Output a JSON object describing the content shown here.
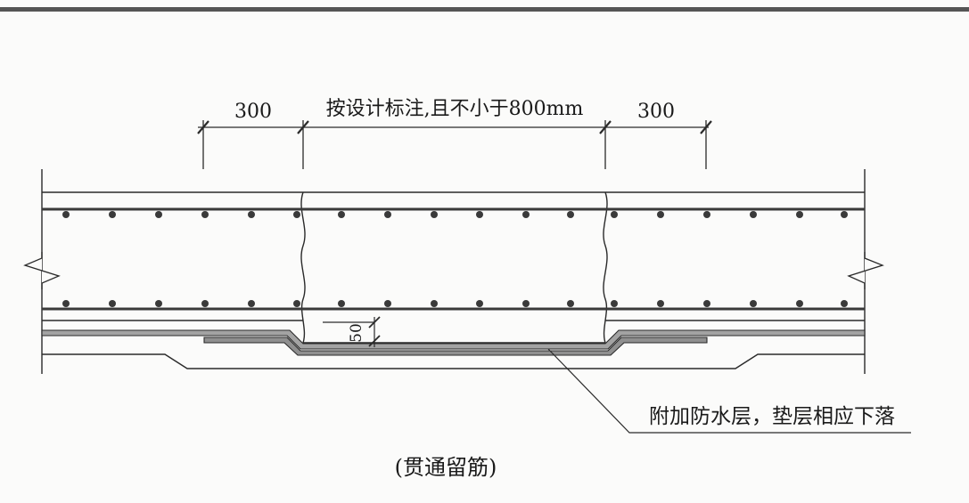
{
  "dimensions": {
    "left": "300",
    "middle": "按设计标注,且不小于800mm",
    "right": "300",
    "step": "50"
  },
  "callout": "附加防水层，垫层相应下落",
  "caption": "(贯通留筋)",
  "colors": {
    "line": "#2a2a2a",
    "rebar": "#3a3a3a",
    "waterproof": "#9a9a9a",
    "border": "#444444"
  }
}
